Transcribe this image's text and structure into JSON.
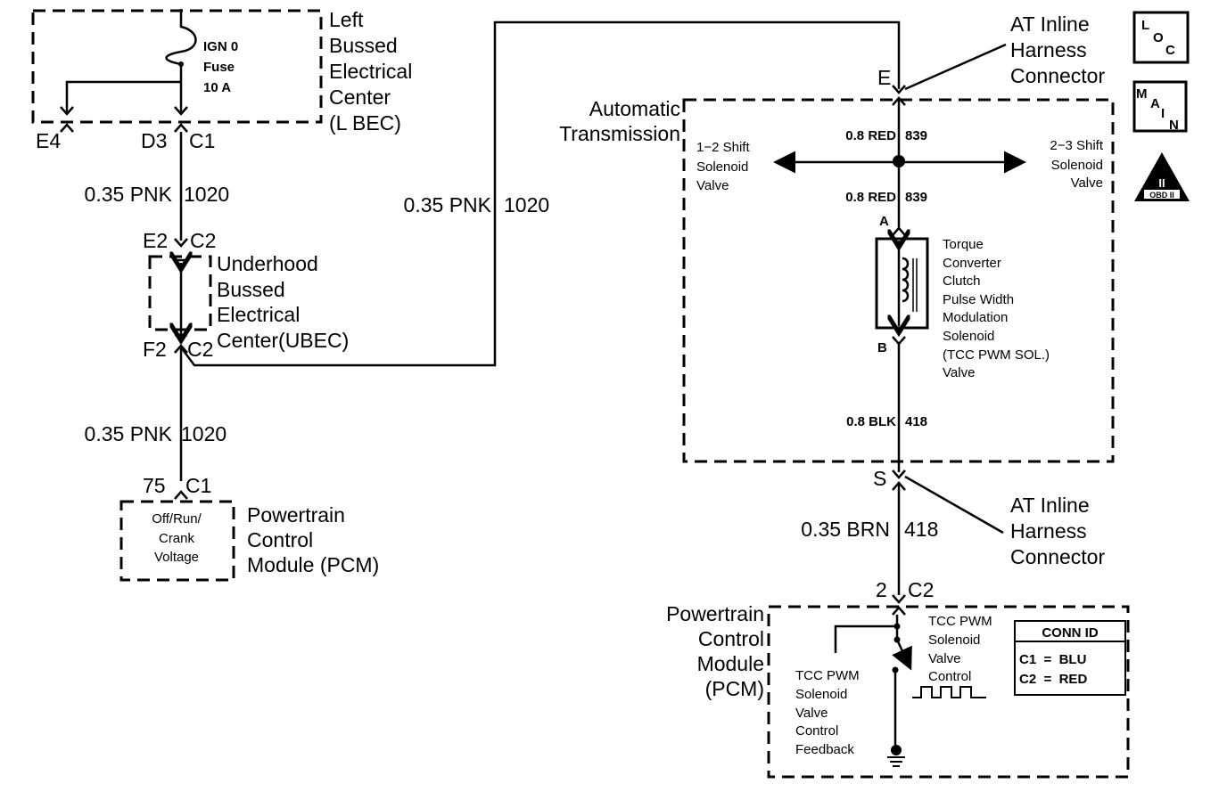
{
  "lbec": {
    "fuse": [
      "IGN 0",
      "Fuse",
      "10 A"
    ],
    "name": [
      "Left",
      "Bussed",
      "Electrical",
      "Center",
      "(L BEC)"
    ],
    "pins": {
      "e4": "E4",
      "d3": "D3",
      "c1": "C1"
    }
  },
  "wire1": {
    "gauge": "0.35 PNK",
    "circuit": "1020"
  },
  "ubec": {
    "top_pin": "E2",
    "top_conn": "C2",
    "bottom_pin": "F2",
    "bottom_conn": "C2",
    "name": [
      "Underhood",
      "Bussed",
      "Electrical",
      "Center(UBEC)"
    ]
  },
  "wire2": {
    "gauge": "0.35 PNK",
    "circuit": "1020"
  },
  "wire3": {
    "gauge": "0.35 PNK",
    "circuit": "1020"
  },
  "pcm_left": {
    "pin": "75",
    "conn": "C1",
    "inner": [
      "Off/Run/",
      "Crank",
      "Voltage"
    ],
    "name": [
      "Powertrain",
      "Control",
      "Module (PCM)"
    ]
  },
  "inline_top": {
    "pin": "E",
    "name": [
      "AT Inline",
      "Harness",
      "Connector"
    ]
  },
  "trans": {
    "name": [
      "Automatic",
      "Transmission"
    ],
    "wire_top": {
      "gauge": "0.8 RED",
      "circuit": "839"
    },
    "wire_mid": {
      "gauge": "0.8 RED",
      "circuit": "839"
    },
    "wire_bot": {
      "gauge": "0.8 BLK",
      "circuit": "418"
    },
    "shift12": [
      "1−2 Shift",
      "Solenoid",
      "Valve"
    ],
    "shift23": [
      "2−3 Shift",
      "Solenoid",
      "Valve"
    ],
    "pin_a": "A",
    "pin_b": "B",
    "tcc": [
      "Torque",
      "Converter",
      "Clutch",
      "Pulse Width",
      "Modulation",
      "Solenoid",
      "(TCC PWM SOL.)",
      "Valve"
    ]
  },
  "inline_bot": {
    "pin": "S",
    "name": [
      "AT Inline",
      "Harness",
      "Connector"
    ]
  },
  "wire4": {
    "gauge": "0.35 BRN",
    "circuit": "418"
  },
  "pcm_right": {
    "pin": "2",
    "conn": "C2",
    "name": [
      "Powertrain",
      "Control",
      "Module",
      "(PCM)"
    ],
    "control": [
      "TCC PWM",
      "Solenoid",
      "Valve",
      "Control"
    ],
    "feedback": [
      "TCC PWM",
      "Solenoid",
      "Valve",
      "Control",
      "Feedback"
    ],
    "conn_id": {
      "title": "CONN ID",
      "rows": [
        "C1  =  BLU",
        "C2  =  RED"
      ]
    }
  },
  "icons": {
    "loc": [
      "L",
      "O",
      "C"
    ],
    "main": [
      "M",
      "A",
      "I",
      "N"
    ],
    "obd": {
      "numeral": "II",
      "label": "OBD II"
    }
  }
}
